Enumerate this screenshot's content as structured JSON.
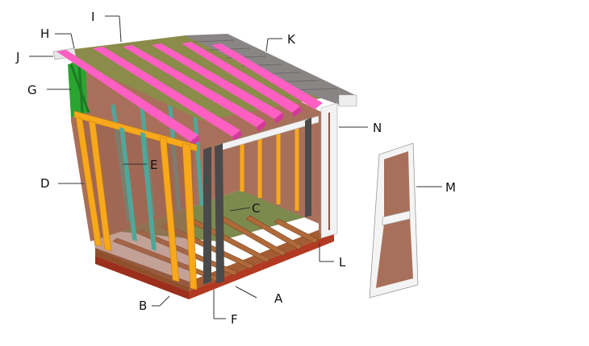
{
  "labels": {
    "A": "A",
    "B": "B",
    "C": "C",
    "D": "D",
    "E": "E",
    "F": "F",
    "G": "G",
    "H": "H",
    "I": "I",
    "J": "J",
    "K": "K",
    "L": "L",
    "M": "M",
    "N": "N"
  },
  "colors": {
    "rafter": "#ff5fc2",
    "rafter_dark": "#d43a9a",
    "stud": "#f7a81b",
    "stud_dark": "#c98010",
    "siding": "#a8705a",
    "siding_dark": "#8d5a47",
    "green_frame": "#2aa530",
    "teal_stud": "#4fa79a",
    "floor_sheet": "#7d8a4e",
    "roof_sheet": "#8b8b4a",
    "shingles": "#8a8585",
    "skid": "#b23a22",
    "joist": "#a05a2a",
    "trim": "#f2f2f2",
    "dark_jamb": "#4a4a4a",
    "door_trim": "#f4f4f4"
  }
}
